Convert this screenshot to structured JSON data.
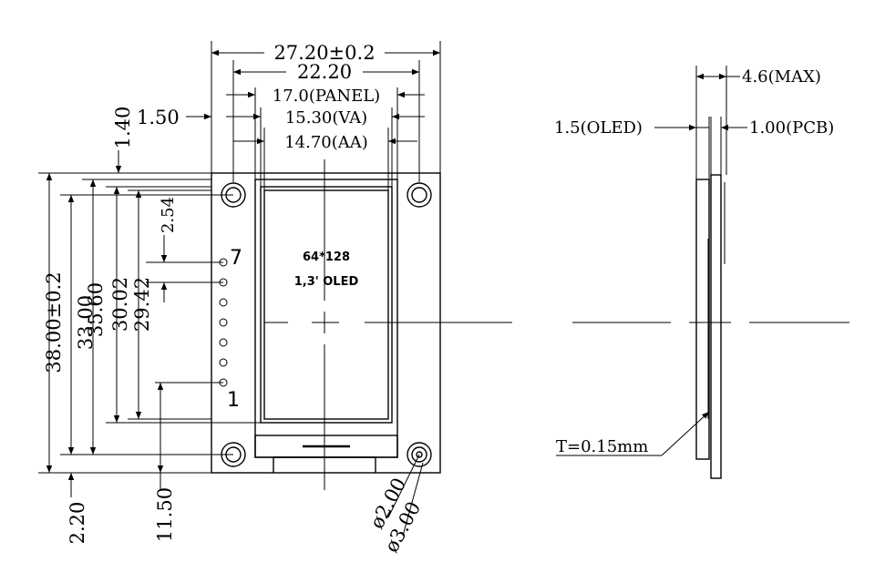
{
  "front_view": {
    "width_total": "27.20±0.2",
    "width_pcb_holes": "22.20",
    "width_panel": "17.0(PANEL)",
    "width_va": "15.30(VA)",
    "width_aa": "14.70(AA)",
    "left_offset": "1.50",
    "top_offset": "1.40",
    "pin_pitch": "2.54",
    "height_total": "38.00±0.2",
    "height_holes": "33.00",
    "height_panel": "35.60",
    "height_va": "30.02",
    "height_aa": "29.42",
    "bottom_offset": "2.20",
    "pin1_height": "11.50",
    "hole_small": "ø2.00",
    "hole_large": "ø3.00",
    "pin_first": "1",
    "pin_last": "7",
    "display_resolution": "64*128",
    "display_type": "1,3' OLED"
  },
  "side_view": {
    "thickness_max": "4.6(MAX)",
    "oled_thickness": "1.5(OLED)",
    "pcb_thickness": "1.00(PCB)",
    "t_label": "T=0.15mm"
  }
}
